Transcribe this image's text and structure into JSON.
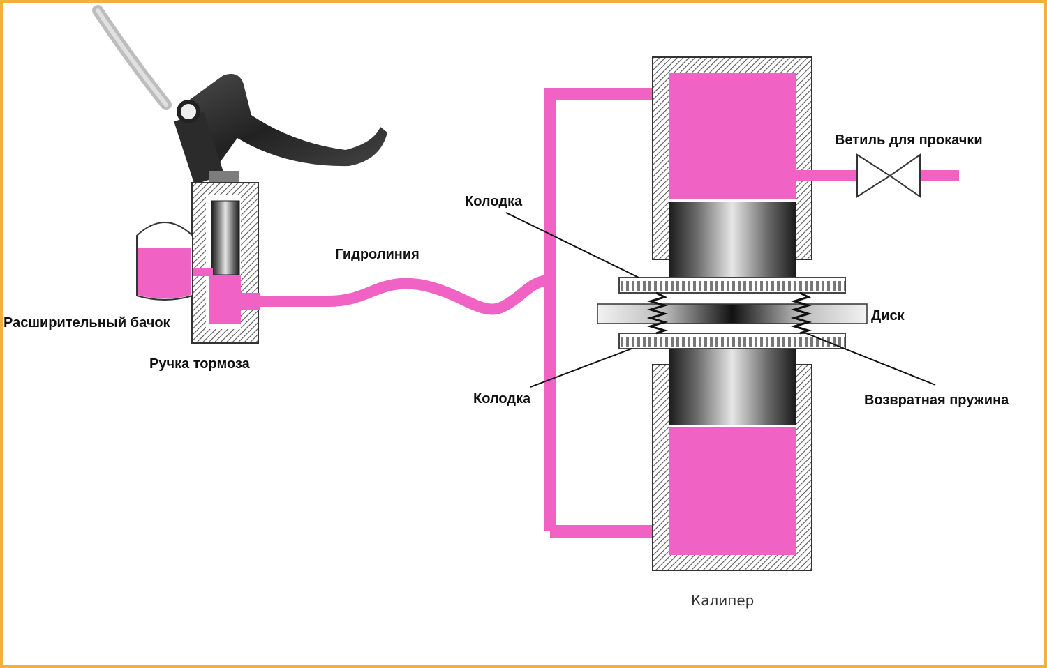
{
  "colors": {
    "fluid": "#f062c4",
    "frame": "#f2b13a",
    "hatch": "#555555",
    "ink": "#111111"
  },
  "labels": {
    "reservoir": "Расширительный бачок",
    "lever": "Ручка тормоза",
    "hydro_line": "Гидролиния",
    "pad_top": "Колодка",
    "pad_bottom": "Колодка",
    "bleed_valve": "Ветиль для прокачки",
    "disc": "Диск",
    "return_spring": "Возвратная пружина",
    "caliper": "Калипер"
  },
  "icons": {
    "lever": "brake-lever-icon",
    "valve": "valve-icon",
    "spring": "spring-icon"
  }
}
